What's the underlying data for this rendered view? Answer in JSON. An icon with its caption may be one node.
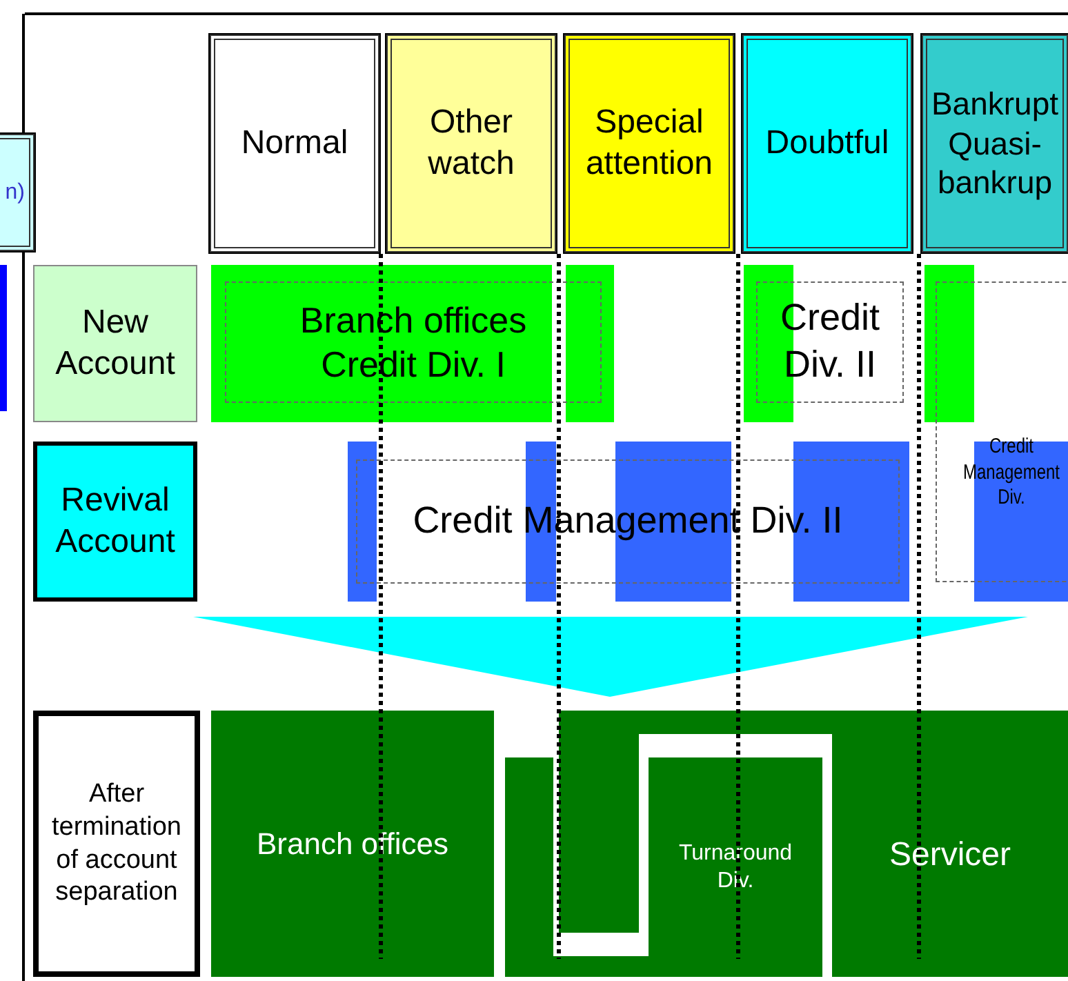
{
  "diagram": {
    "nodes": [
      {
        "text": [
          "Normal"
        ]
      },
      {
        "text": [
          "Other watch"
        ]
      },
      {
        "text": [
          "Special attention"
        ]
      },
      {
        "text": [
          "Doubtful"
        ]
      },
      {
        "text": [
          "Bankrupt Quasi- bankrup"
        ]
      },
      {
        "text": [
          "n)"
        ]
      },
      {
        "text": [
          "New Account"
        ]
      },
      {
        "text": [
          "Revival Account"
        ]
      },
      {
        "text": [
          "After termination of account separation"
        ]
      },
      {
        "text": [
          "Branch offices Credit Div. I"
        ]
      },
      {
        "text": [
          "Credit Div. II"
        ]
      },
      {
        "text": [
          "Credit Management Div."
        ]
      },
      {
        "text": [
          "Credit Management Div. II"
        ]
      },
      {
        "text": [
          "Branch offices"
        ]
      },
      {
        "text": [
          "Turnaround Div."
        ]
      },
      {
        "text": [
          "Servicer"
        ]
      }
    ]
  }
}
